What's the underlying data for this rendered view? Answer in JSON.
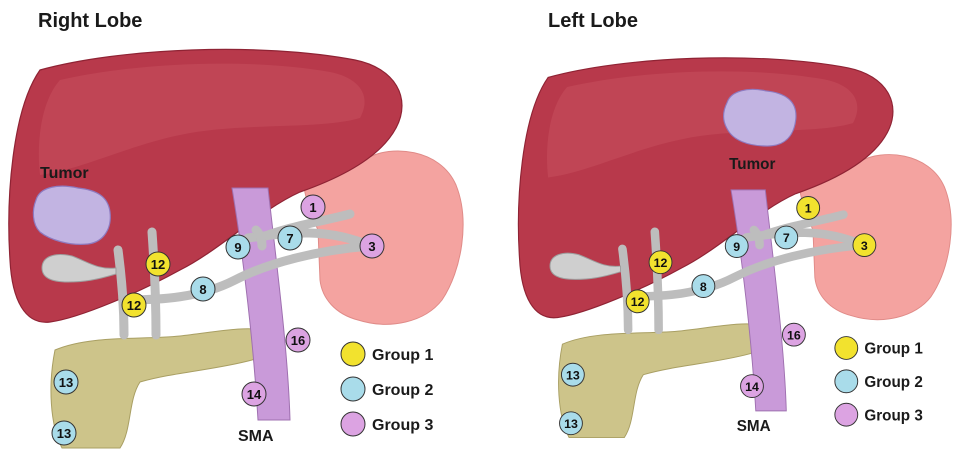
{
  "colors": {
    "group1": "#f2e22e",
    "group2": "#a9dcea",
    "group3": "#dca3e2",
    "liver": "#b8394b",
    "stomach": "#f4a3a0",
    "pancreas": "#cdc48a",
    "sma": "#c99ad9",
    "vessel": "#c4c4c4",
    "tumor": "#c2b4e2"
  },
  "panels": [
    {
      "title": "Right Lobe",
      "tumor_label": "Tumor",
      "sma_label": "SMA",
      "nodes": [
        {
          "label": "1",
          "group": "group3"
        },
        {
          "label": "3",
          "group": "group3"
        },
        {
          "label": "7",
          "group": "group2"
        },
        {
          "label": "9",
          "group": "group2"
        },
        {
          "label": "12",
          "group": "group1"
        },
        {
          "label": "12",
          "group": "group1"
        },
        {
          "label": "8",
          "group": "group2"
        },
        {
          "label": "16",
          "group": "group3"
        },
        {
          "label": "14",
          "group": "group3"
        },
        {
          "label": "13",
          "group": "group2"
        },
        {
          "label": "13",
          "group": "group2"
        }
      ]
    },
    {
      "title": "Left Lobe",
      "tumor_label": "Tumor",
      "sma_label": "SMA",
      "nodes": [
        {
          "label": "1",
          "group": "group1"
        },
        {
          "label": "3",
          "group": "group1"
        },
        {
          "label": "7",
          "group": "group2"
        },
        {
          "label": "9",
          "group": "group2"
        },
        {
          "label": "12",
          "group": "group1"
        },
        {
          "label": "12",
          "group": "group1"
        },
        {
          "label": "8",
          "group": "group2"
        },
        {
          "label": "16",
          "group": "group3"
        },
        {
          "label": "14",
          "group": "group3"
        },
        {
          "label": "13",
          "group": "group2"
        },
        {
          "label": "13",
          "group": "group2"
        }
      ]
    }
  ],
  "legend": [
    {
      "label": "Group 1",
      "group": "group1"
    },
    {
      "label": "Group 2",
      "group": "group2"
    },
    {
      "label": "Group 3",
      "group": "group3"
    }
  ]
}
